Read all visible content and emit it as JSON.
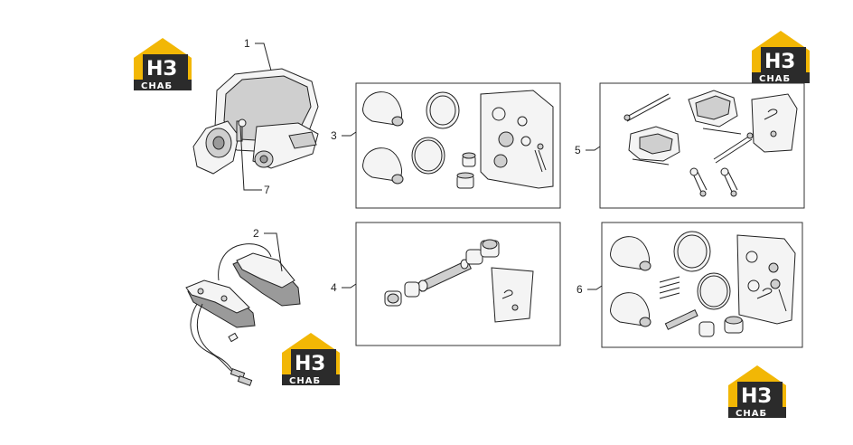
{
  "callouts": [
    "1",
    "7",
    "2",
    "3",
    "4",
    "5",
    "6"
  ],
  "logo": {
    "main": "НЗ",
    "sub": "СНАБ"
  },
  "colors": {
    "logo_yellow": "#f2b705",
    "logo_dark": "#2b2b2b",
    "line": "#222222"
  }
}
